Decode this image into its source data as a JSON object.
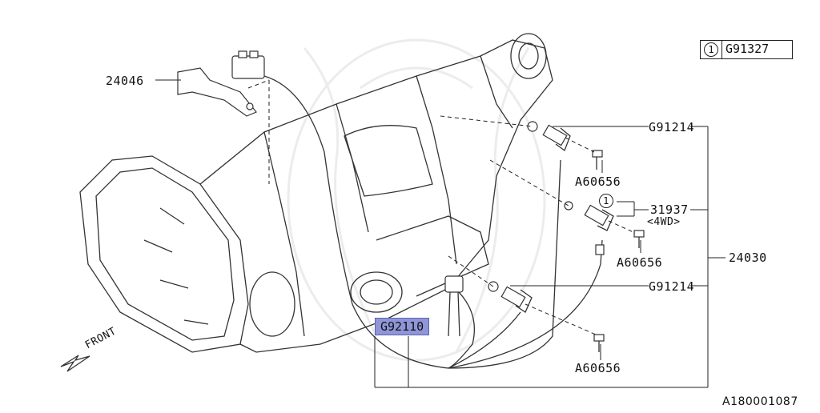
{
  "diagram": {
    "ref_box": {
      "symbol": "1",
      "code": "G91327"
    },
    "labels": {
      "p24046": "24046",
      "g91214_top": "G91214",
      "a60656_top": "A60656",
      "circle_1": "1",
      "p31937": "31937",
      "p4wd": "<4WD>",
      "a60656_mid": "A60656",
      "p24030": "24030",
      "g91214_bottom": "G91214",
      "g92110": "G92110",
      "a60656_bottom": "A60656",
      "front": "FRONT",
      "image_code": "A180001087"
    },
    "highlight_color": "#8f95d8"
  }
}
